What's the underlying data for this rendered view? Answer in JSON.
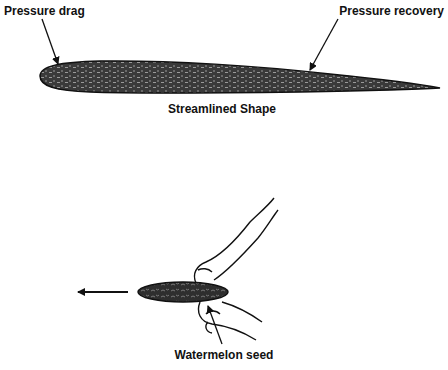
{
  "diagram": {
    "labels": [
      "Pressure drag",
      "Pressure recovery",
      "Streamlined Shape",
      "Watermelon seed"
    ]
  }
}
